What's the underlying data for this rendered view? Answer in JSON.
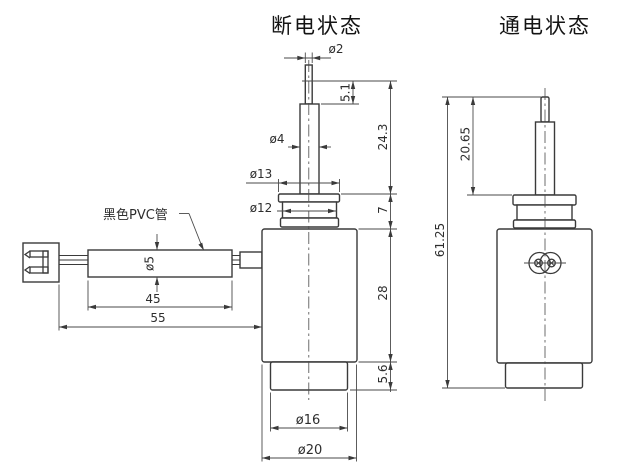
{
  "titles": {
    "deenergized": "断电状态",
    "energized": "通电状态"
  },
  "labels": {
    "pvc_tube": "黑色PVC管"
  },
  "dims": {
    "rod_tip_dia": "ø2",
    "tip_groove_len": "5.1",
    "rod_dia": "ø4",
    "rod_extension_off": "24.3",
    "flange_dia": "ø13",
    "neck_dia": "ø12",
    "flange_stack_h": "7",
    "body_h": "28",
    "base_h": "5.6",
    "base_dia": "ø16",
    "body_dia": "ø20",
    "tube_dia": "ø5",
    "tube_len": "45",
    "lead_len": "55",
    "rod_extension_on": "20.65",
    "total_h_on": "61.25"
  },
  "colors": {
    "line": "#3a3a3a",
    "dimension": "#4a4a4a",
    "background": "#ffffff"
  }
}
